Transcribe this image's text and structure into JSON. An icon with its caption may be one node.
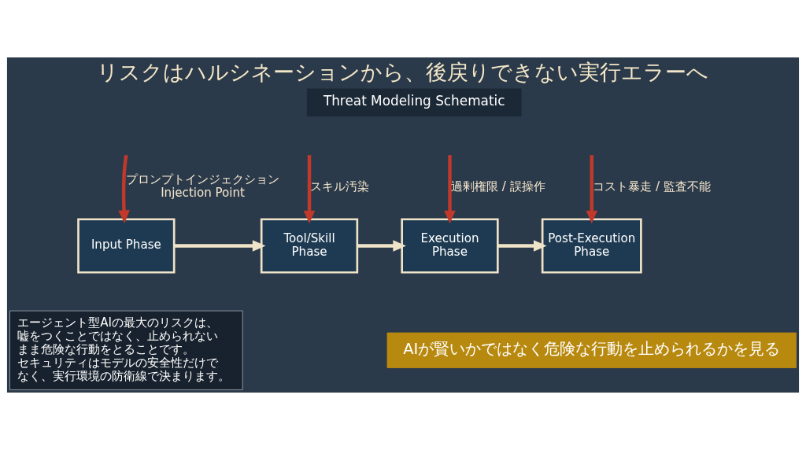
{
  "diagram": {
    "title": "リスクはハルシネーションから、後戻りできない実行エラーへ",
    "nodes": [
      {
        "text": [
          "Threat Modeling Schematic"
        ]
      },
      {
        "text": [
          "Input Phase"
        ]
      },
      {
        "text": [
          "Tool/Skill Phase"
        ]
      },
      {
        "text": [
          "Execution Phase"
        ]
      },
      {
        "text": [
          "Post-Execution Phase"
        ]
      },
      {
        "text": [
          "エージェント型AIの最大のリスクは、嘘をつくことではなく、止められないまま危険な行動をとることです。",
          "セキュリティはモデルの安全性だけでなく、実行環境の防衛線で決まります。"
        ]
      },
      {
        "text": [
          "AIが賢いかではなく危険な行動を止められるかを見る"
        ]
      }
    ],
    "edges": [
      {
        "from": null,
        "to": 1,
        "arrow": "to",
        "label": "プロンプトインジェクション Injection Point"
      },
      {
        "from": null,
        "to": 2,
        "arrow": "to",
        "label": "スキル汚染"
      },
      {
        "from": null,
        "to": 3,
        "arrow": "to",
        "label": "過剰権限 / 誤操作"
      },
      {
        "from": null,
        "to": 4,
        "arrow": "to",
        "label": "コスト暴走 / 監査不能"
      },
      {
        "from": 1,
        "to": 2,
        "arrow": "to",
        "color": "#efe3c8"
      },
      {
        "from": 2,
        "to": 3,
        "arrow": "to",
        "color": "#efe3c8"
      },
      {
        "from": 3,
        "to": 4,
        "arrow": "to",
        "color": "#efe3c8"
      }
    ]
  }
}
